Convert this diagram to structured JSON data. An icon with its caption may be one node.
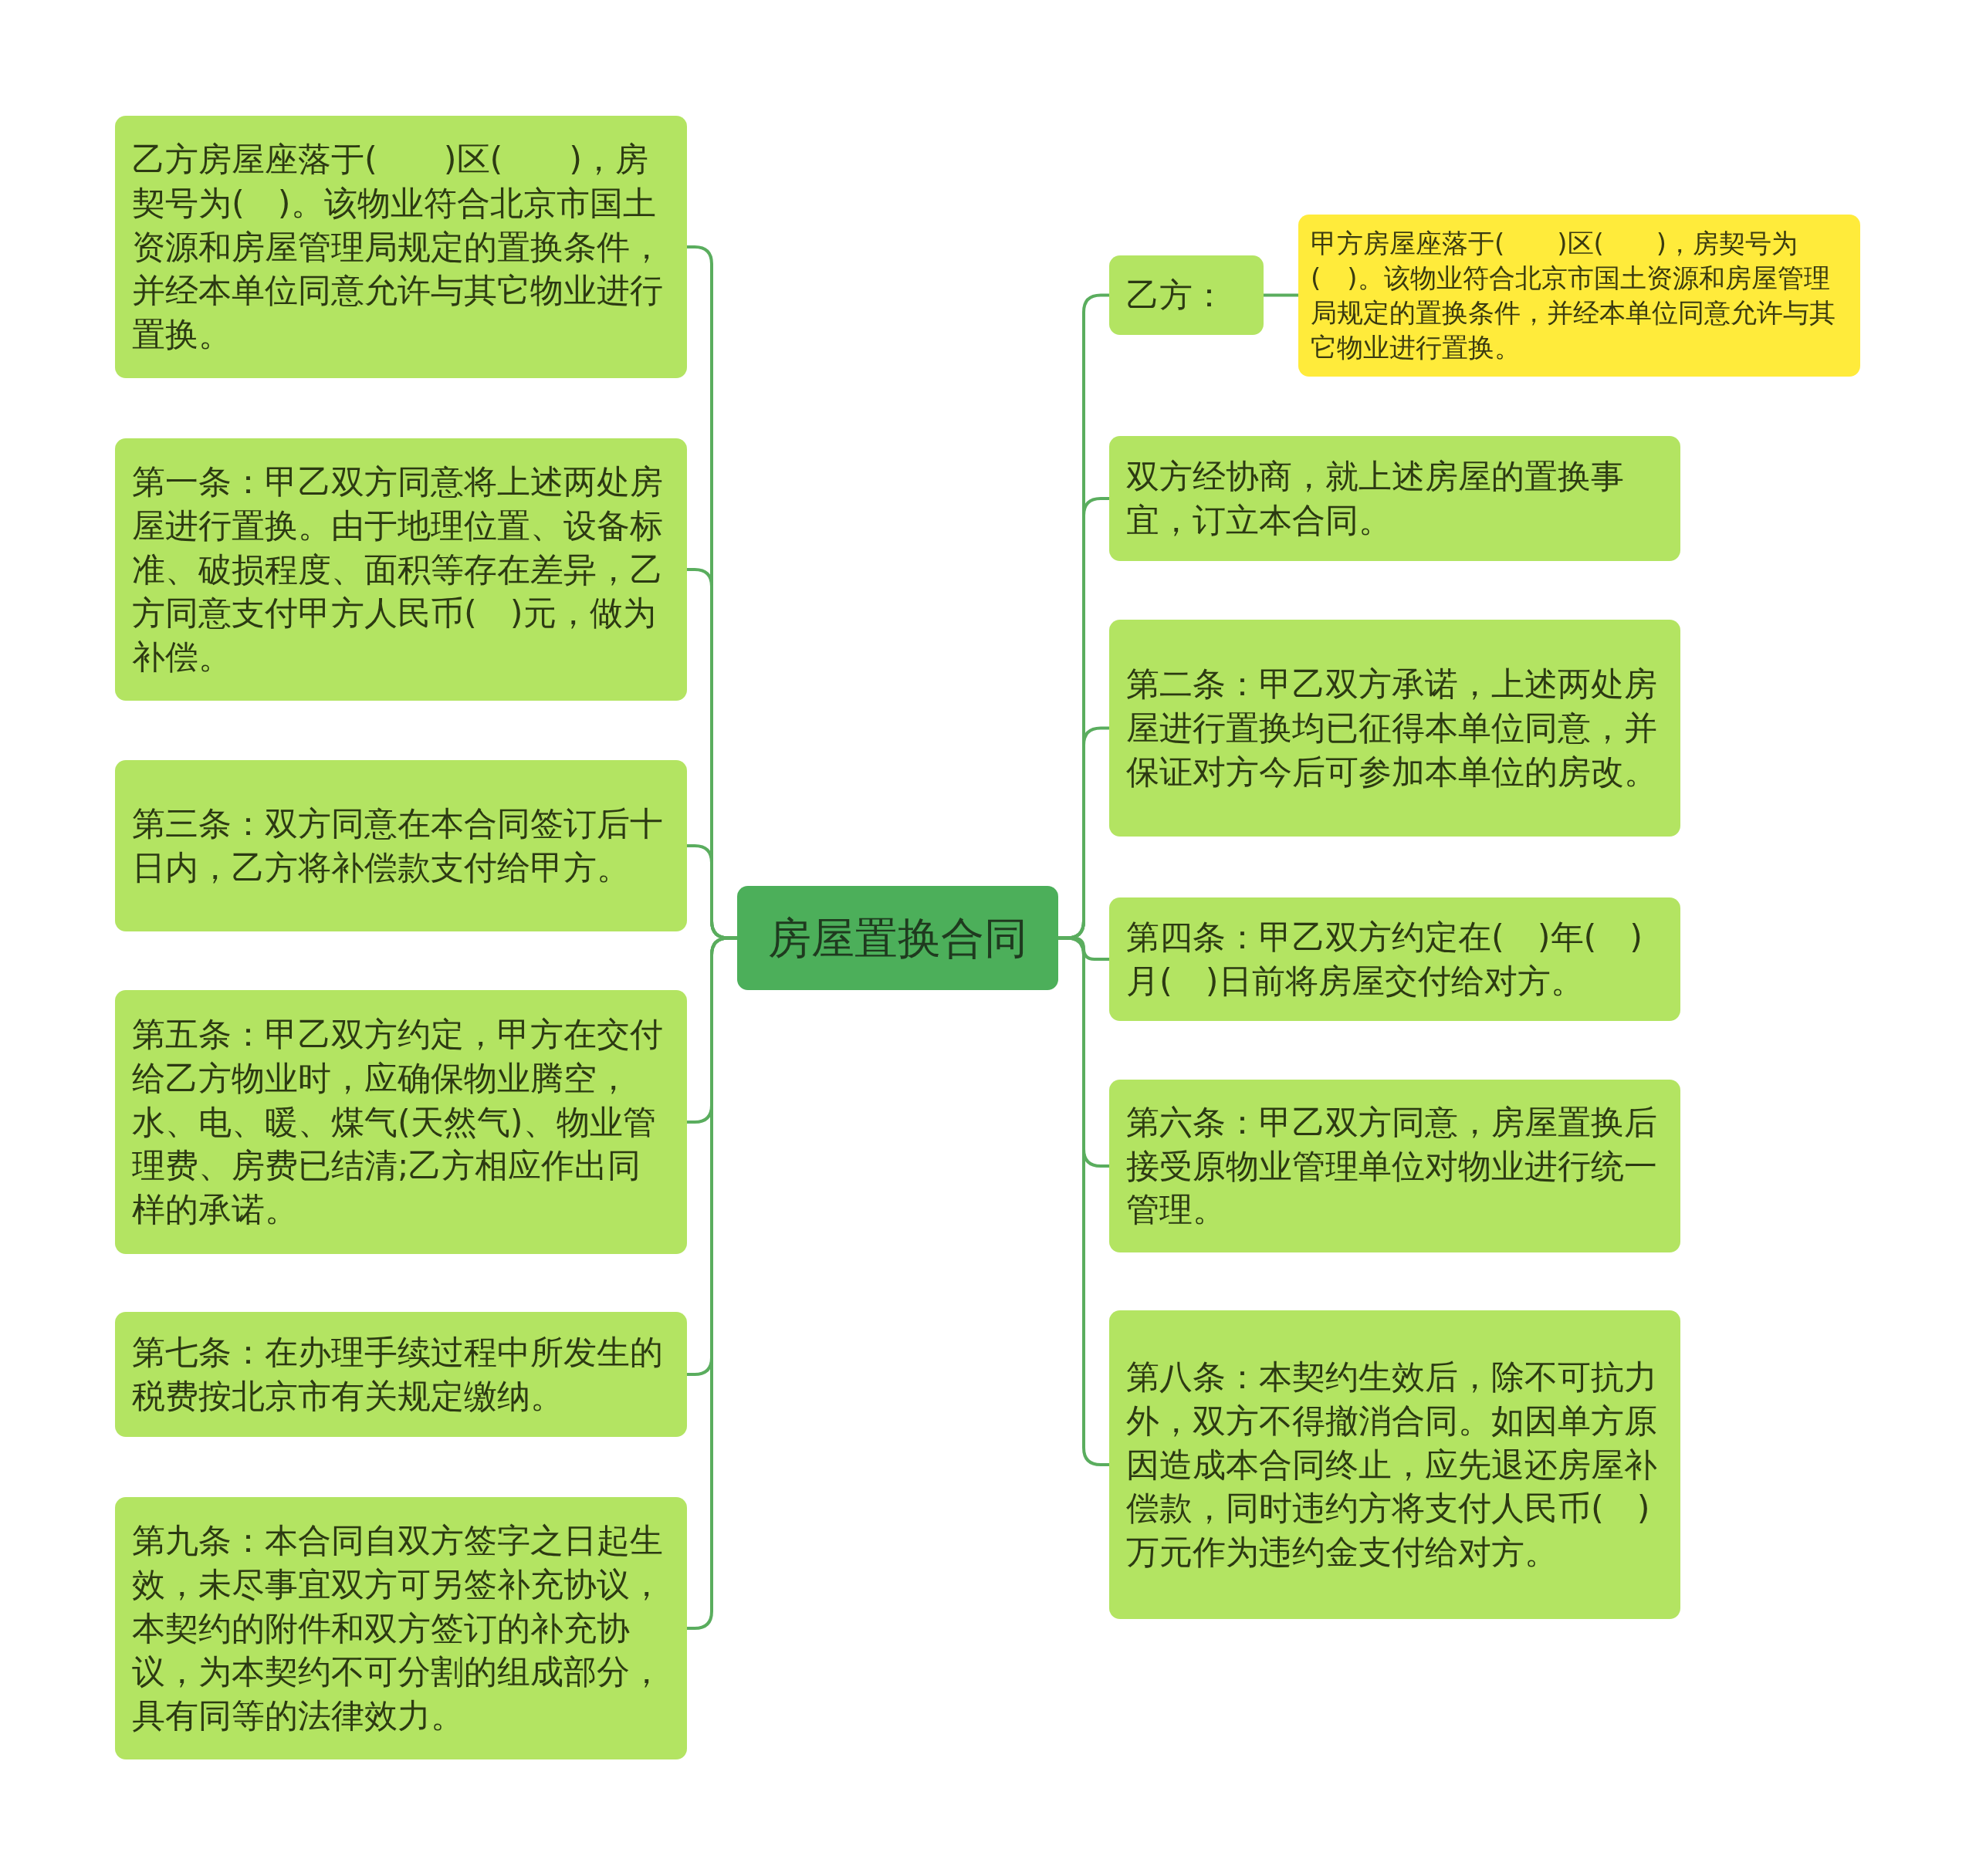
{
  "diagram": {
    "nodes": [
      {
        "text": [
          "房屋置换合同"
        ]
      },
      {
        "text": [
          "乙方房屋座落于(　　)区(　　)，房契号为(　)。该物业符合北京市国土资源和房屋管理局规定的置换条件，并经本单位同意允许与其它物业进行置换。"
        ]
      },
      {
        "text": [
          "第一条：甲乙双方同意将上述两处房屋进行置换。由于地理位置、设备标准、破损程度、面积等存在差异，乙方同意支付甲方人民币(　)元，做为补偿。"
        ]
      },
      {
        "text": [
          "第三条：双方同意在本合同签订后十日内，乙方将补偿款支付给甲方。"
        ]
      },
      {
        "text": [
          "第五条：甲乙双方约定，甲方在交付给乙方物业时，应确保物业腾空，水、电、暖、煤气(天然气)、物业管理费、房费已结清;乙方相应作出同样的承诺。"
        ]
      },
      {
        "text": [
          "第七条：在办理手续过程中所发生的税费按北京市有关规定缴纳。"
        ]
      },
      {
        "text": [
          "第九条：本合同自双方签字之日起生效，未尽事宜双方可另签补充协议，本契约的附件和双方签订的补充协议，为本契约不可分割的组成部分，具有同等的法律效力。"
        ]
      },
      {
        "text": [
          "乙方："
        ]
      },
      {
        "text": [
          "甲方房屋座落于(　　)区(　　)，房契号为(　)。该物业符合北京市国土资源和房屋管理局规定的置换条件，并经本单位同意允许与其它物业进行置换。"
        ]
      },
      {
        "text": [
          "双方经协商，就上述房屋的置换事宜，订立本合同。"
        ]
      },
      {
        "text": [
          "第二条：甲乙双方承诺，上述两处房屋进行置换均已征得本单位同意，并保证对方今后可参加本单位的房改。"
        ]
      },
      {
        "text": [
          "第四条：甲乙双方约定在(　)年(　)月(　)日前将房屋交付给对方。"
        ]
      },
      {
        "text": [
          "第六条：甲乙双方同意，房屋置换后接受原物业管理单位对物业进行统一管理。"
        ]
      },
      {
        "text": [
          "第八条：本契约生效后，除不可抗力外，双方不得撤消合同。如因单方原因造成本合同终止，应先退还房屋补偿款，同时违约方将支付人民币(　)万元作为违约金支付给对方。"
        ]
      }
    ],
    "edges": [
      {
        "from": 0,
        "to": 1,
        "arrow": "none"
      },
      {
        "from": 0,
        "to": 2,
        "arrow": "none"
      },
      {
        "from": 0,
        "to": 3,
        "arrow": "none"
      },
      {
        "from": 0,
        "to": 4,
        "arrow": "none"
      },
      {
        "from": 0,
        "to": 5,
        "arrow": "none"
      },
      {
        "from": 0,
        "to": 6,
        "arrow": "none"
      },
      {
        "from": 0,
        "to": 7,
        "arrow": "none"
      },
      {
        "from": 7,
        "to": 8,
        "arrow": "none"
      },
      {
        "from": 0,
        "to": 9,
        "arrow": "none"
      },
      {
        "from": 0,
        "to": 10,
        "arrow": "none"
      },
      {
        "from": 0,
        "to": 11,
        "arrow": "none"
      },
      {
        "from": 0,
        "to": 12,
        "arrow": "none"
      },
      {
        "from": 0,
        "to": 13,
        "arrow": "none"
      }
    ]
  }
}
